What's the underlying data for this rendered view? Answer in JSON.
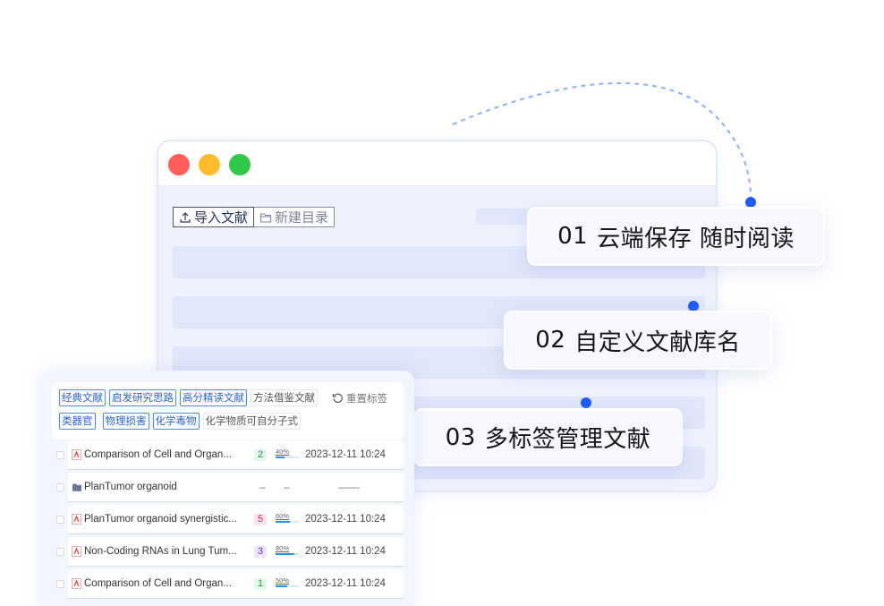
{
  "window": {
    "traffic_lights": [
      "close",
      "minimize",
      "maximize"
    ],
    "toolbar": {
      "import_label": "导入文献",
      "new_folder_label": "新建目录"
    }
  },
  "callouts": [
    {
      "num": "01",
      "text": "云端保存 随时阅读"
    },
    {
      "num": "02",
      "text": "自定义文献库名"
    },
    {
      "num": "03",
      "text": "多标签管理文献"
    }
  ],
  "tags": {
    "row1": [
      {
        "label": "经典文献",
        "selected": true
      },
      {
        "label": "启发研究思路",
        "selected": true
      },
      {
        "label": "高分精读文献",
        "selected": true
      },
      {
        "label": "方法借鉴文献",
        "selected": false
      }
    ],
    "row2": [
      {
        "label": "类器官",
        "selected": true
      },
      {
        "label": "物理损害",
        "selected": true
      },
      {
        "label": "化学毒物",
        "selected": true
      },
      {
        "label": "化学物质可自分子式",
        "selected": false
      }
    ],
    "reset_label": "重置标签"
  },
  "documents": [
    {
      "type": "pdf",
      "title": "Comparison of Cell and  Organ...",
      "count": "2",
      "count_color": "#1f9d55",
      "count_bg": "#e3f6ea",
      "progress": "40%",
      "progress_value": 40,
      "date": "2023-12-11 10:24"
    },
    {
      "type": "folder",
      "title": "PlanTumor organoid",
      "count": "—",
      "progress": "—",
      "date": "——"
    },
    {
      "type": "pdf",
      "title": "PlanTumor organoid synergistic...",
      "count": "5",
      "count_color": "#e8185b",
      "count_bg": "#fde4ec",
      "progress": "60%",
      "progress_value": 60,
      "date": "2023-12-11 10:24"
    },
    {
      "type": "pdf",
      "title": "Non-Coding RNAs in Lung Tum...",
      "count": "3",
      "count_color": "#6b2fe0",
      "count_bg": "#ece5fd",
      "progress": "80%",
      "progress_value": 80,
      "date": "2023-12-11 10:24"
    },
    {
      "type": "pdf",
      "title": "Comparison of Cell and Organ...",
      "count": "1",
      "count_color": "#1f9d3a",
      "count_bg": "#e2f7e4",
      "progress": "50%",
      "progress_value": 50,
      "date": "2023-12-11 10:24"
    }
  ],
  "colors": {
    "accent": "#1f5cff",
    "dashed_line": "#8fb0f5",
    "tag_border": "#4a8ff0"
  }
}
